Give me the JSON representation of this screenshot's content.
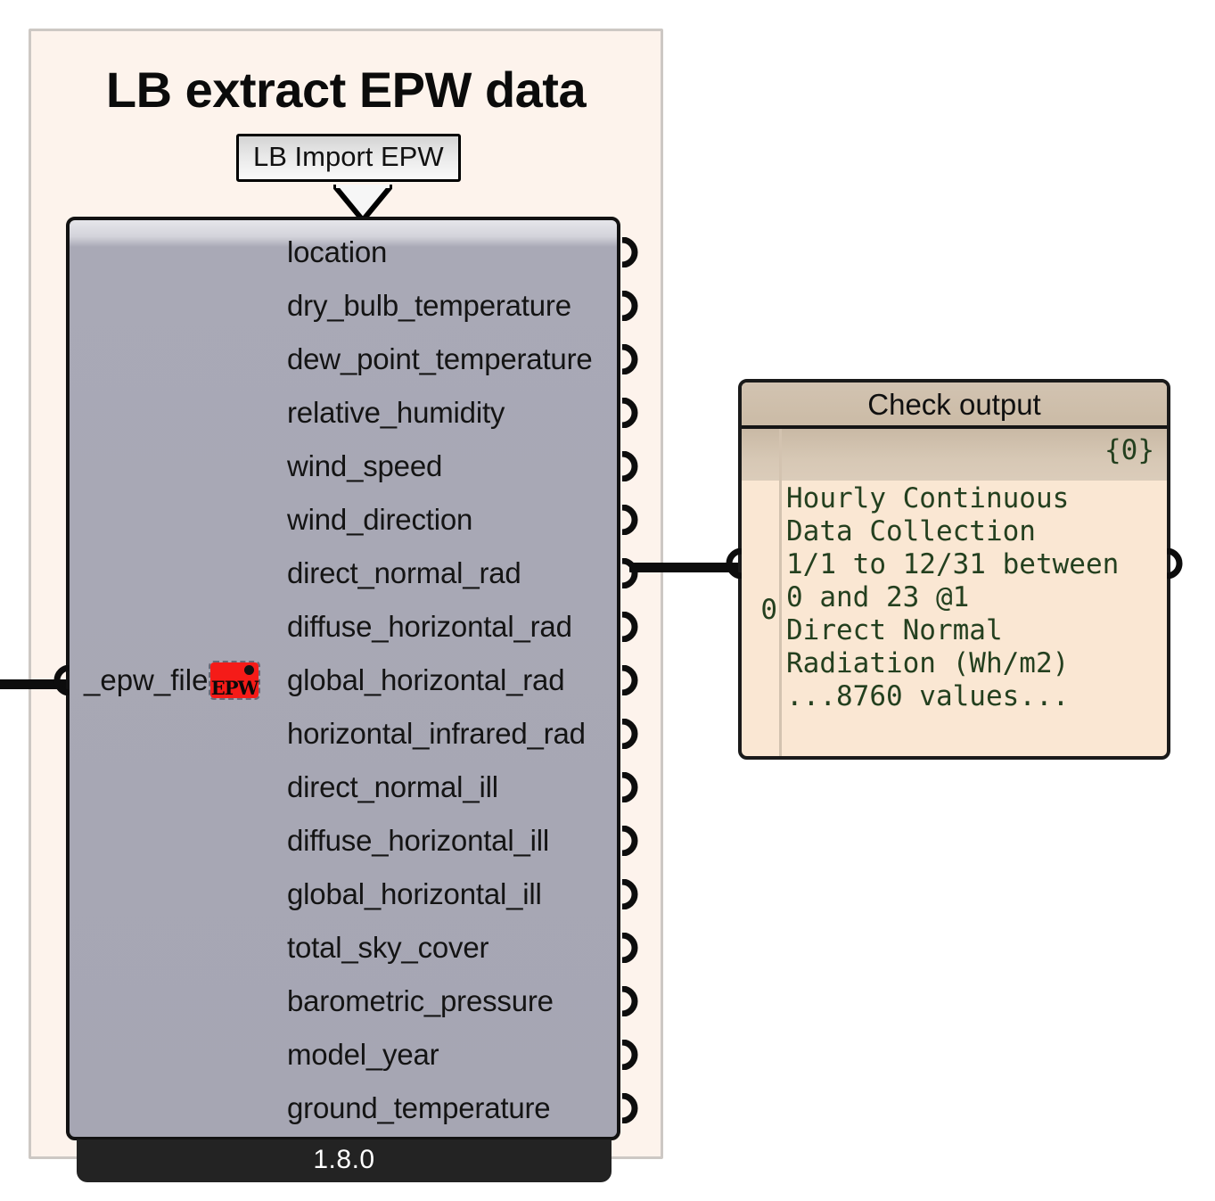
{
  "group": {
    "title": "LB extract EPW data",
    "background_color": "#fdf3ec",
    "border_color": "#cdc8c4"
  },
  "tooltip": {
    "label": "LB Import EPW"
  },
  "component": {
    "name": "LB Import EPW",
    "version": "1.8.0",
    "inputs": [
      {
        "label": "_epw_file",
        "icon": "epw-file-icon",
        "icon_text": "EPW"
      }
    ],
    "outputs": [
      {
        "label": "location"
      },
      {
        "label": "dry_bulb_temperature"
      },
      {
        "label": "dew_point_temperature"
      },
      {
        "label": "relative_humidity"
      },
      {
        "label": "wind_speed"
      },
      {
        "label": "wind_direction"
      },
      {
        "label": "direct_normal_rad"
      },
      {
        "label": "diffuse_horizontal_rad"
      },
      {
        "label": "global_horizontal_rad"
      },
      {
        "label": "horizontal_infrared_rad"
      },
      {
        "label": "direct_normal_ill"
      },
      {
        "label": "diffuse_horizontal_ill"
      },
      {
        "label": "global_horizontal_ill"
      },
      {
        "label": "total_sky_cover"
      },
      {
        "label": "barometric_pressure"
      },
      {
        "label": "model_year"
      },
      {
        "label": "ground_temperature"
      }
    ],
    "connected_output": "direct_normal_rad"
  },
  "panel": {
    "title": "Check output",
    "branch_count": "{0}",
    "item_index": "0",
    "text": "Hourly Continuous\nData Collection\n1/1 to 12/31 between\n0 and 23 @1\nDirect Normal\nRadiation (Wh/m2)\n...8760 values...",
    "header_color": "#cbbba6",
    "body_color": "#fae7d3",
    "text_color": "#24401f"
  }
}
